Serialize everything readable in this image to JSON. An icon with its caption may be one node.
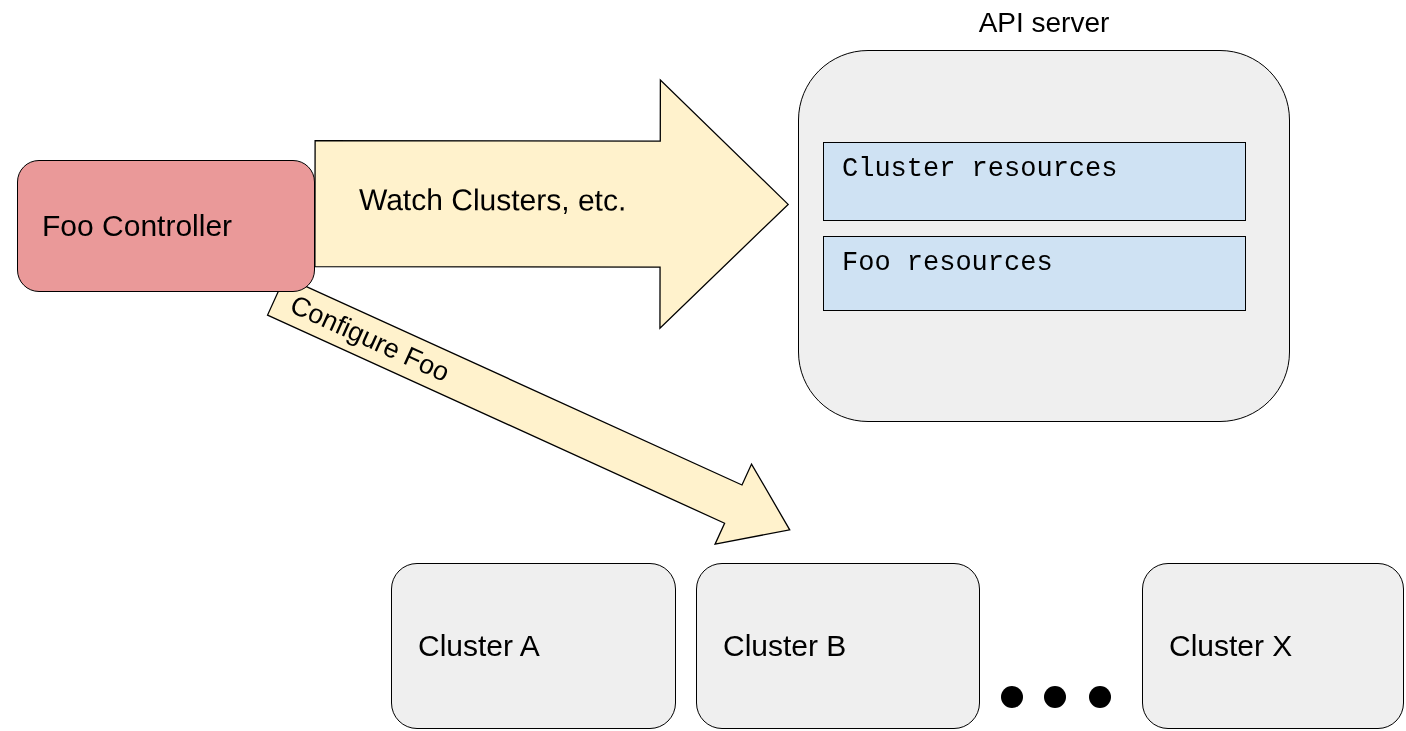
{
  "diagram": {
    "nodes": [
      {
        "text": [
          "Foo Controller"
        ]
      },
      {
        "text": [
          "API server"
        ]
      },
      {
        "text": [
          "Cluster resources"
        ],
        "in": 1
      },
      {
        "text": [
          "Foo resources"
        ],
        "in": 1
      },
      {
        "text": [
          "Cluster A"
        ]
      },
      {
        "text": [
          "Cluster B"
        ]
      },
      {
        "text": [
          "Cluster X"
        ]
      }
    ],
    "edges": [
      {
        "from": 0,
        "to": 1,
        "arrow": "to",
        "label": "Watch Clusters, etc."
      },
      {
        "from": 0,
        "to": 5,
        "arrow": "to",
        "label": "Configure Foo"
      }
    ]
  }
}
